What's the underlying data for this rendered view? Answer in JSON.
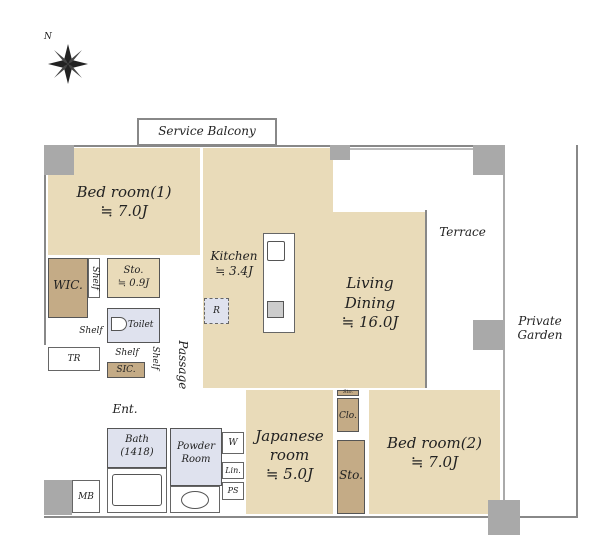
{
  "compass": {
    "north_label": "N"
  },
  "rooms": {
    "service_balcony": "Service Balcony",
    "bedroom1": {
      "name": "Bed room(1)",
      "size": "≒ 7.0J"
    },
    "kitchen": {
      "name": "Kitchen",
      "size": "≒ 3.4J"
    },
    "living_dining": {
      "name1": "Living",
      "name2": "Dining",
      "size": "≒ 16.0J"
    },
    "terrace": "Terrace",
    "private_garden": {
      "line1": "Private",
      "line2": "Garden"
    },
    "wic": "WIC.",
    "shelf": "Shelf",
    "storage_small": {
      "name": "Sto.",
      "size": "≒ 0.9J"
    },
    "toilet": "Toilet",
    "tr": "TR",
    "sic": "SIC.",
    "passage": "Passage",
    "entrance": "Ent.",
    "bath": {
      "name": "Bath",
      "size": "(1418)"
    },
    "powder_room": {
      "line1": "Powder",
      "line2": "Room"
    },
    "washer": "W",
    "linen": "Lin.",
    "ps": "PS",
    "mb": "MB",
    "fridge": "R",
    "japanese_room": {
      "line1": "Japanese",
      "line2": "room",
      "size": "≒ 5.0J"
    },
    "closet": "Clo.",
    "storage": "Sto.",
    "bedroom2": {
      "name": "Bed room(2)",
      "size": "≒ 7.0J"
    }
  }
}
